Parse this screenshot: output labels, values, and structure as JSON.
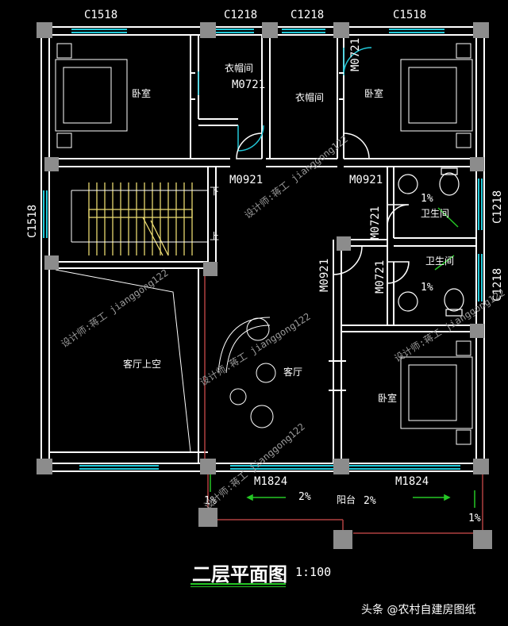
{
  "windows": {
    "top_left": "C1518",
    "top_mid_left": "C1218",
    "top_mid_right": "C1218",
    "top_right": "C1518",
    "left_wall": "C1518",
    "right_upper": "C1218",
    "right_lower": "C1218"
  },
  "doors": {
    "closet_left": "M0721",
    "closet_right": "M0721",
    "hall_left": "M0921",
    "hall_right": "M0921",
    "bath_upper": "M0721",
    "bath_lower": "M0721",
    "living_right": "M0921",
    "balcony_left": "M1824",
    "balcony_right": "M1824"
  },
  "rooms": {
    "bedroom_top_left": "卧室",
    "closet_left": "衣帽间",
    "closet_right": "衣帽间",
    "bedroom_top_right": "卧室",
    "bath_upper": "卫生间",
    "bath_lower": "卫生间",
    "void": "客厅上空",
    "living": "客厅",
    "bedroom_bottom_right": "卧室",
    "balcony": "阳台"
  },
  "stairs": {
    "down": "下",
    "up": "上"
  },
  "slopes": {
    "bath_upper": "1%",
    "bath_lower": "1%",
    "balcony_left": "2%",
    "balcony_right": "2%",
    "corner_left": "1%",
    "corner_right": "1%"
  },
  "watermarks": {
    "w1": "设计师:蒋工 jianggong122",
    "w2": "设计师:蒋工 jianggong122",
    "w3": "设计师:蒋工 jianggong122",
    "w4": "设计师:蒋工 jianggong122",
    "w5": "设计师:蒋工 jianggong122"
  },
  "title": "二层平面图",
  "scale": "1:100",
  "credit": "头条 @农村自建房图纸",
  "colors": {
    "wall": "#ffffff",
    "column": "#8c8c8c",
    "window": "#22c8d8",
    "door": "#ffffff",
    "stairs": "#e8d870",
    "green_marker": "#25c725",
    "balcony_line": "#b04040"
  }
}
